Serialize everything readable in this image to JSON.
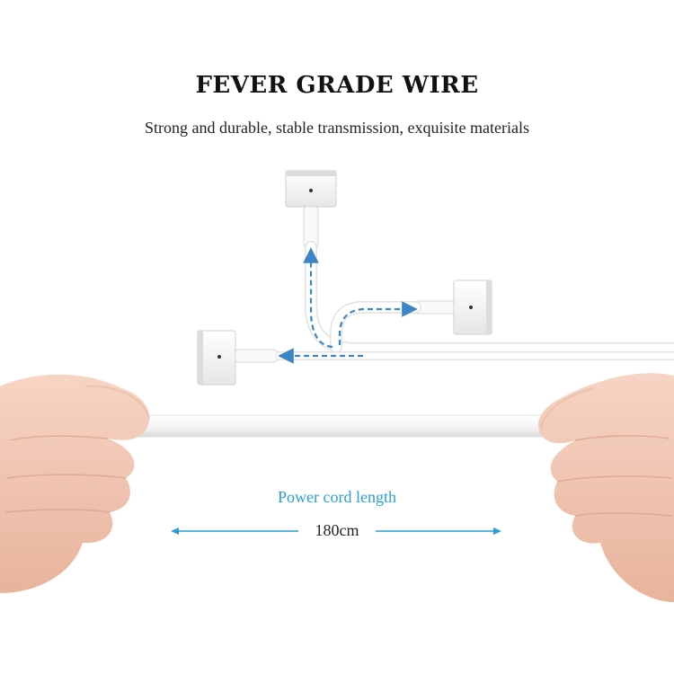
{
  "heading": {
    "title": "FEVER GRADE WIRE",
    "subtitle": "Strong and durable, stable transmission, exquisite materials"
  },
  "measurement": {
    "label": "Power cord length",
    "value": "180cm"
  },
  "colors": {
    "accent": "#2a9fd6",
    "cable": "#ffffff",
    "connector_body": "#f4f4f4",
    "skin": "#f2c9b8",
    "skin_shadow": "#d9a58e",
    "dashed_arrow": "#3a86c8"
  },
  "icons": {
    "connector": "magsafe-2-connector-icon",
    "direction_arrow": "dashed-arrow-icon",
    "dimension_arrow": "double-arrow-icon"
  }
}
